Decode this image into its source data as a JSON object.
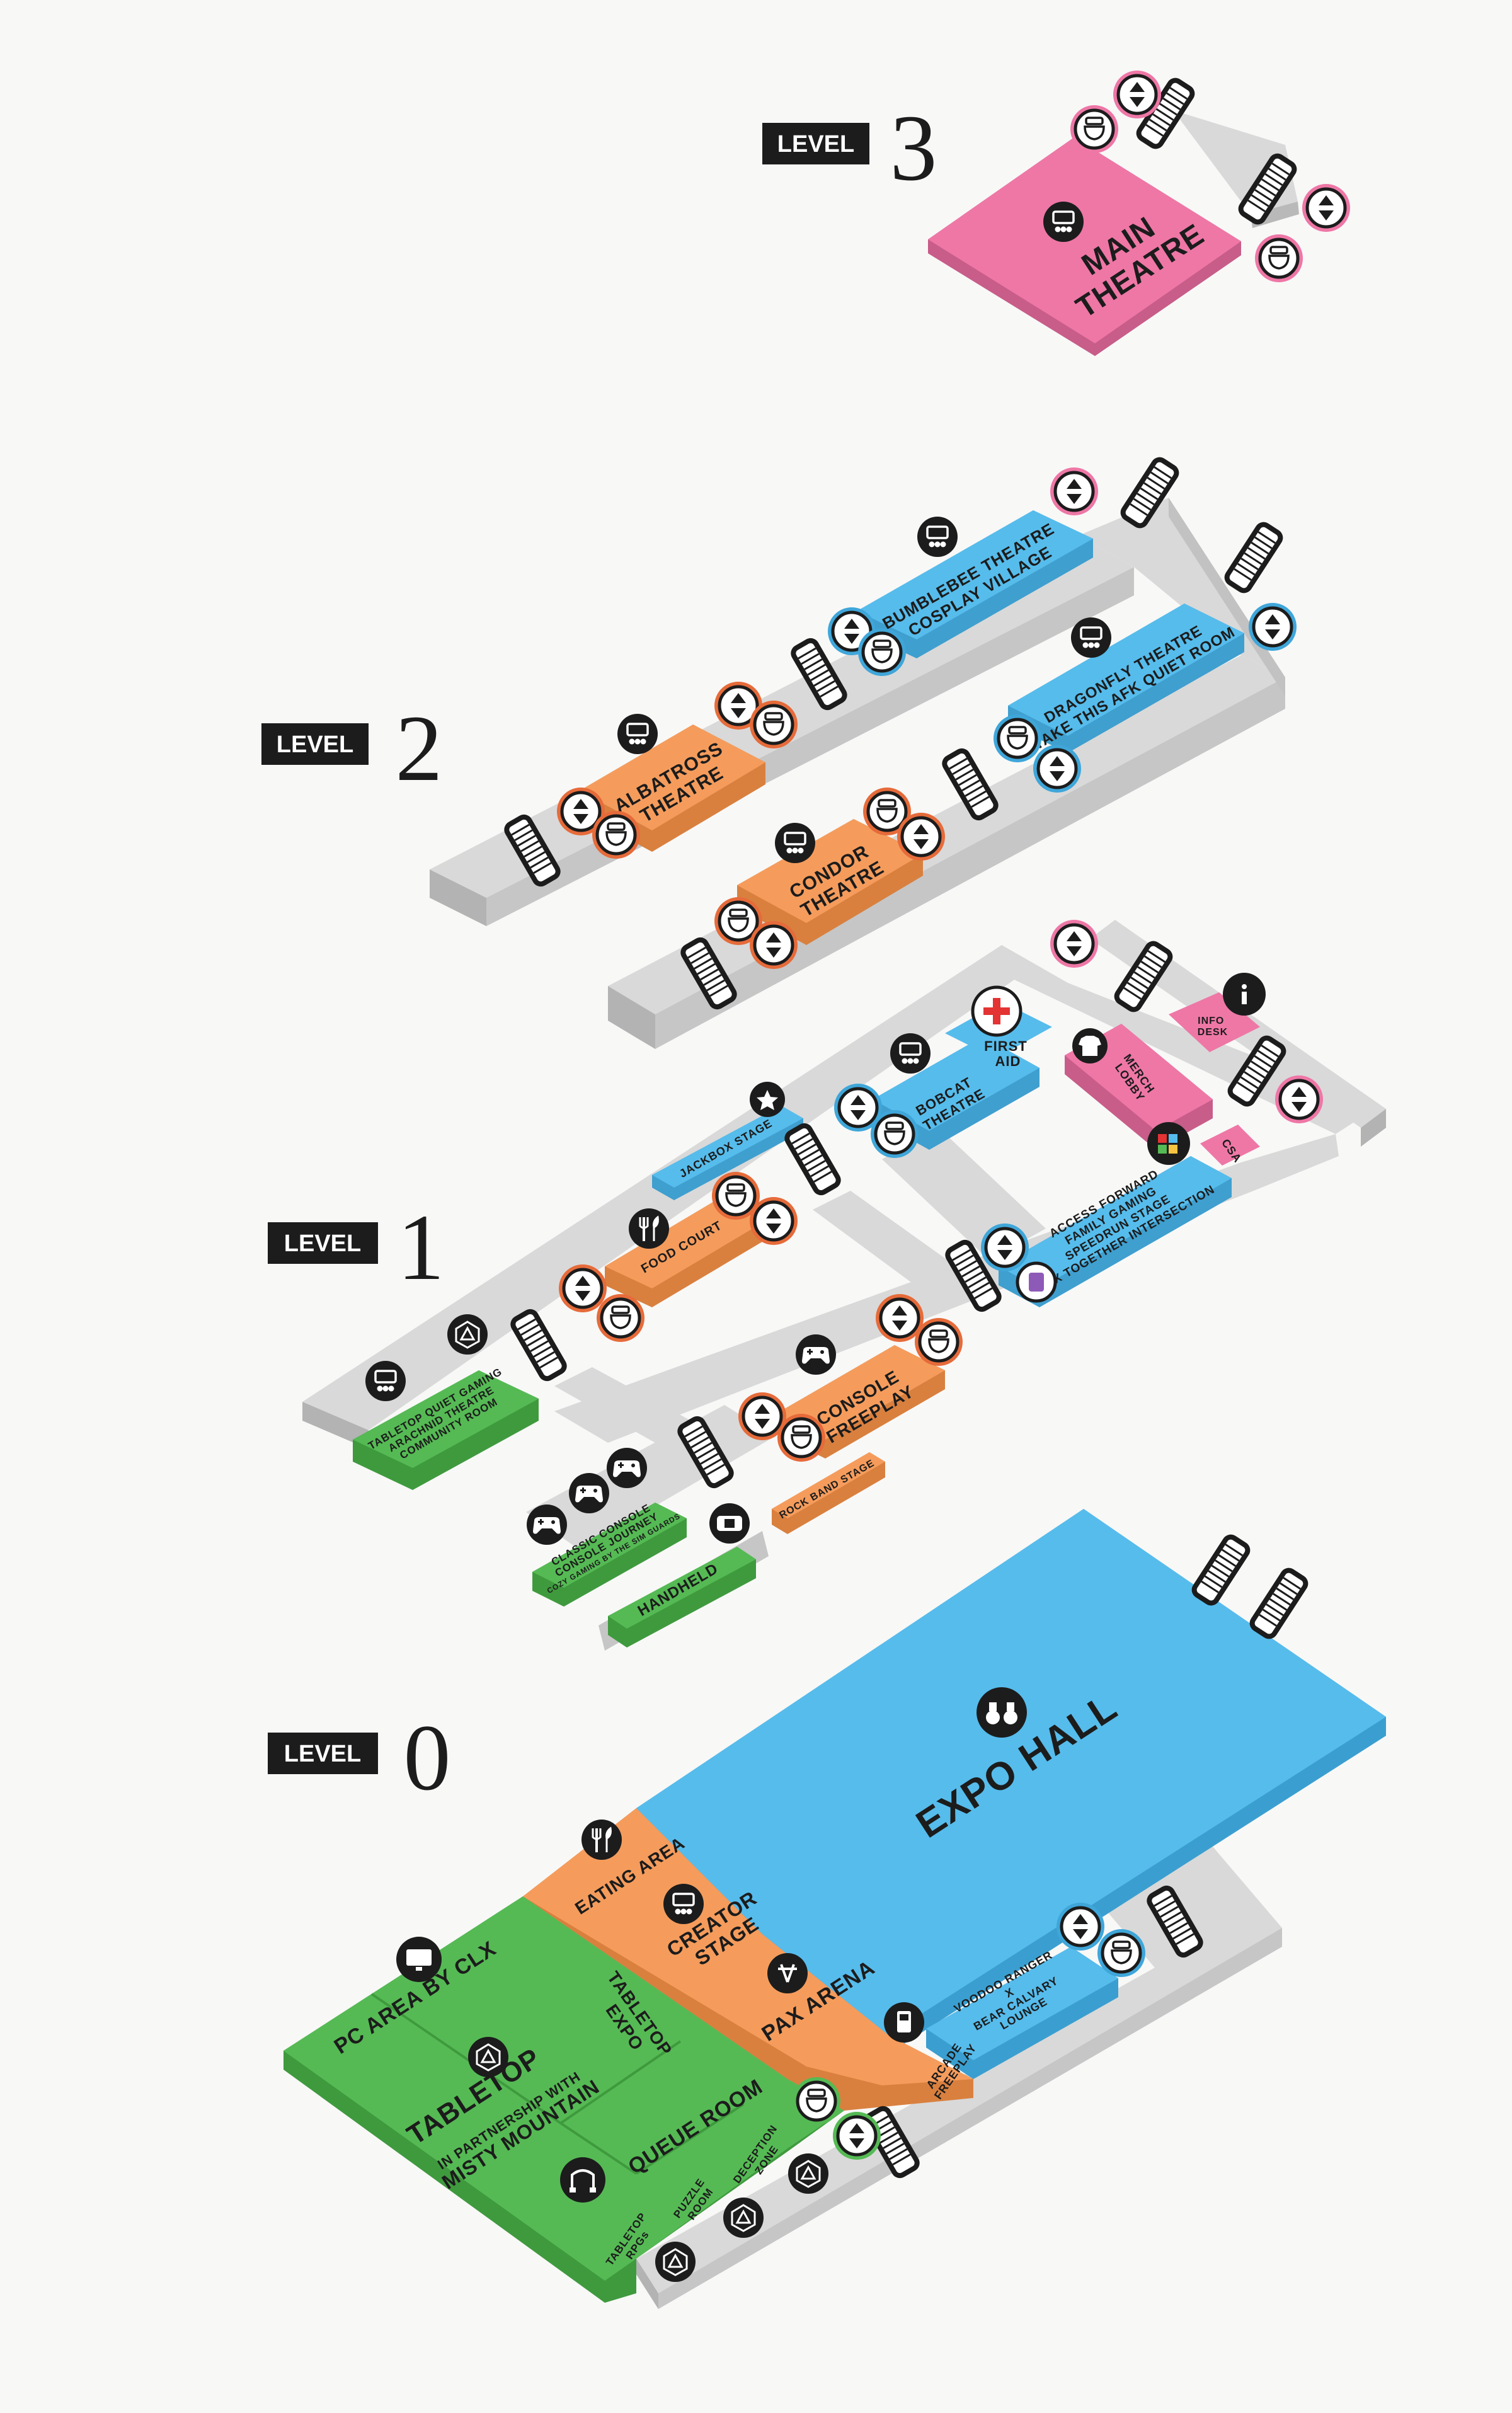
{
  "levels": {
    "l3": {
      "badge": "LEVEL",
      "num": "3"
    },
    "l2": {
      "badge": "LEVEL",
      "num": "2"
    },
    "l1": {
      "badge": "LEVEL",
      "num": "1"
    },
    "l0": {
      "badge": "LEVEL",
      "num": "0"
    }
  },
  "rooms": {
    "main_theatre": [
      "MAIN",
      "THEATRE"
    ],
    "bumblebee": [
      "BUMBLEBEE THEATRE",
      "COSPLAY VILLAGE"
    ],
    "dragonfly": [
      "DRAGONFLY THEATRE",
      "TAKE THIS AFK QUIET ROOM"
    ],
    "albatross": [
      "ALBATROSS",
      "THEATRE"
    ],
    "condor": [
      "CONDOR",
      "THEATRE"
    ],
    "first_aid": [
      "FIRST",
      "AID"
    ],
    "info_desk": [
      "INFO",
      "DESK"
    ],
    "merch": [
      "MERCH",
      "LOBBY"
    ],
    "bobcat": [
      "BOBCAT",
      "THEATRE"
    ],
    "jackbox": "JACKBOX STAGE",
    "csa": "CSA",
    "access": [
      "ACCESS FORWARD",
      "FAMILY GAMING",
      "SPEEDRUN STAGE",
      "PAX TOGETHER INTERSECTION"
    ],
    "food_court": "FOOD COURT",
    "console_freeplay": [
      "CONSOLE",
      "FREEPLAY"
    ],
    "tabletop_quiet": [
      "TABLETOP QUIET GAMING",
      "ARACHNID THEATRE",
      "COMMUNITY ROOM"
    ],
    "classic_console": [
      "CLASSIC CONSOLE",
      "CONSOLE JOURNEY",
      "COZY GAMING BY THE SIM GUARDS"
    ],
    "handheld": "HANDHELD",
    "rock_band": "ROCK BAND STAGE",
    "expo_hall": "EXPO HALL",
    "eating_area": "EATING AREA",
    "creator_stage": [
      "CREATOR",
      "STAGE"
    ],
    "pc_area": "PC AREA BY CLX",
    "tabletop_expo": [
      "TABLETOP",
      "EXPO"
    ],
    "tabletop": "TABLETOP",
    "tabletop_sub": [
      "IN PARTNERSHIP WITH",
      "MISTY MOUNTAIN"
    ],
    "pax_arena": "PAX ARENA",
    "arcade_freeplay": [
      "ARCADE",
      "FREEPLAY"
    ],
    "voodoo": [
      "VOODOO RANGER",
      "X",
      "BEAR CALVARY",
      "LOUNGE"
    ],
    "queue_room": "QUEUE ROOM",
    "deception_zone": [
      "DECEPTION",
      "ZONE"
    ],
    "puzzle_room": [
      "PUZZLE",
      "ROOM"
    ],
    "tabletop_rpgs": [
      "TABLETOP",
      "RPGs"
    ]
  },
  "colors": {
    "pink": "#ee77a6",
    "blue": "#56bcec",
    "orange": "#f59c5c",
    "green": "#55ba54",
    "floor": "#dcdcdc",
    "dark": "#1c1c1c"
  },
  "icon_names": [
    "elevator-icon",
    "restroom-icon",
    "escalator-icon",
    "theatre-icon",
    "first-aid-icon",
    "info-icon",
    "merch-icon",
    "food-icon",
    "controller-icon",
    "d20-icon",
    "star-icon",
    "binoculars-icon",
    "computer-icon",
    "arcade-icon",
    "arena-icon",
    "queue-icon",
    "handheld-icon",
    "puzzle-icon"
  ]
}
